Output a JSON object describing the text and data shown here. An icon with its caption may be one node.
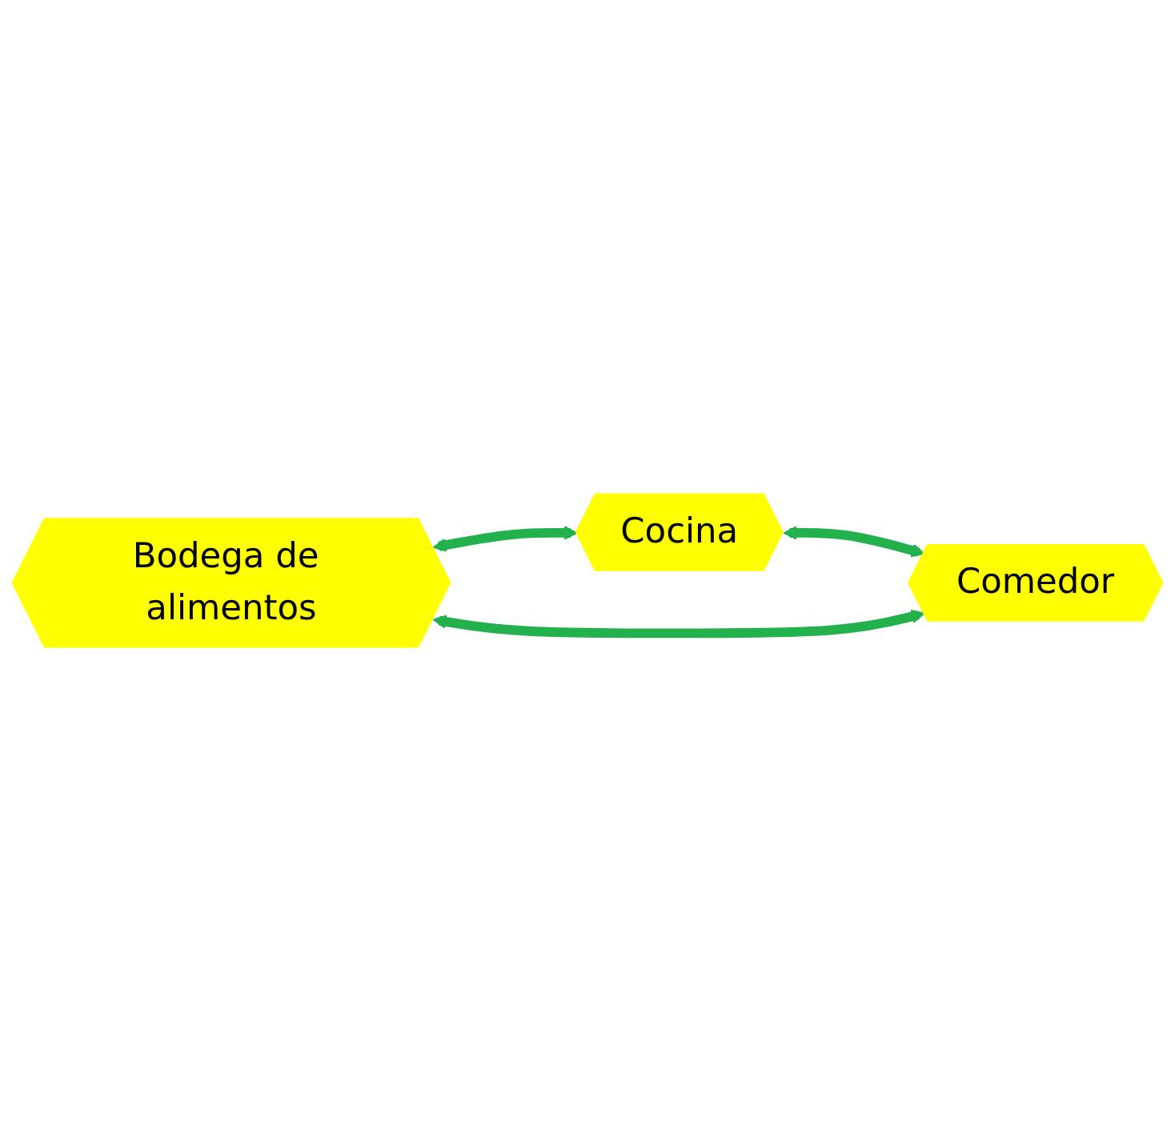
{
  "diagram": {
    "nodes": [
      {
        "text": [
          "Cocina"
        ]
      },
      {
        "text": [
          "Bodega de alimentos"
        ]
      },
      {
        "text": [
          "Comedor"
        ]
      }
    ],
    "edges": [
      {
        "from": 1,
        "to": 0,
        "arrow": "both"
      },
      {
        "from": 0,
        "to": 2,
        "arrow": "both"
      },
      {
        "from": 1,
        "to": 2,
        "arrow": "both"
      }
    ]
  }
}
